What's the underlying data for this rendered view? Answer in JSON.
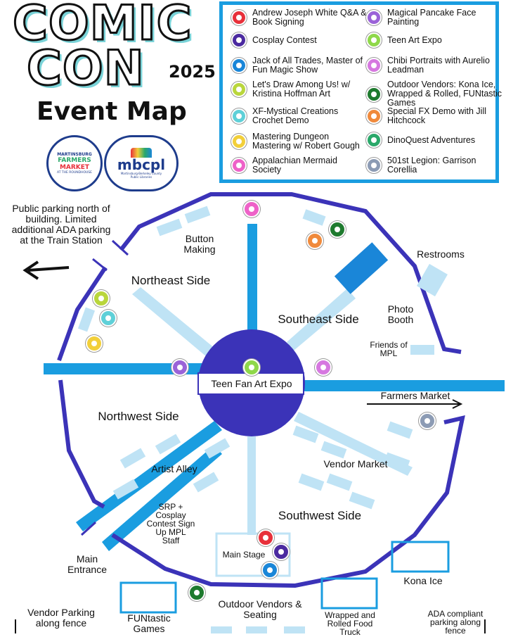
{
  "header": {
    "title_line1": "COMIC",
    "title_line2": "CON",
    "year": "2025",
    "subtitle": "Event Map"
  },
  "logos": {
    "farmers": {
      "line1": "MARTINSBURG",
      "line2": "FARMERS",
      "line3": "MARKET",
      "line4": "AT THE ROUNDHOUSE"
    },
    "library": {
      "name": "mbcpl",
      "sub": "Martinsburg-Berkeley County Public Libraries"
    }
  },
  "legend": [
    {
      "label": "Andrew Joseph White Q&A & Book Signing",
      "color": "#e8303a"
    },
    {
      "label": "Cosplay Contest",
      "color": "#4b2aa0"
    },
    {
      "label": "Jack of All Trades, Master of Fun Magic Show",
      "color": "#1a86d8"
    },
    {
      "label": "Let's Draw Among Us! w/ Kristina Hoffman Art",
      "color": "#b9d63c"
    },
    {
      "label": "XF-Mystical Creations Crochet Demo",
      "color": "#5fd0d8"
    },
    {
      "label": "Mastering Dungeon Mastering w/ Robert Gough",
      "color": "#f2cf3a"
    },
    {
      "label": "Appalachian Mermaid Society",
      "color": "#ee62c8"
    },
    {
      "label": "Magical Pancake Face Painting",
      "color": "#9b63d8"
    },
    {
      "label": "Teen Art Expo",
      "color": "#8fd84a"
    },
    {
      "label": "Chibi Portraits with Aurelio Leadman",
      "color": "#d678e0"
    },
    {
      "label": "Outdoor Vendors: Kona Ice, Wrapped & Rolled, FUNtastic Games",
      "color": "#1e7a2e"
    },
    {
      "label": "Special FX Demo with Jill Hitchcock",
      "color": "#f08a3c"
    },
    {
      "label": "DinoQuest Adventures",
      "color": "#2aa86a"
    },
    {
      "label": "501st Legion: Garrison Corellia",
      "color": "#8c9bb4"
    }
  ],
  "map": {
    "parking_note": "Public parking north of building. Limited additional ADA parking at the Train Station",
    "zones": {
      "northeast": "Northeast Side",
      "southeast": "Southeast Side",
      "northwest": "Northwest Side",
      "southwest": "Southwest Side"
    },
    "center": "Teen Fan Art Expo",
    "button_making": "Button Making",
    "restrooms": "Restrooms",
    "photo_booth": "Photo Booth",
    "friends_mpl": "Friends of MPL",
    "farmers_market": "Farmers Market",
    "vendor_market": "Vendor Market",
    "artist_alley": "Artist Alley",
    "srp": "SRP + Cosplay Contest Sign Up MPL Staff",
    "main_entrance": "Main Entrance",
    "main_stage": "Main Stage",
    "kona_ice": "Kona Ice",
    "outdoor_vendors": "Outdoor Vendors & Seating",
    "funtastic_games": "FUNtastic Games",
    "wrapped_rolled": "Wrapped and Rolled Food Truck",
    "vendor_parking": "Vendor Parking along fence",
    "ada_parking": "ADA compliant parking along fence"
  }
}
